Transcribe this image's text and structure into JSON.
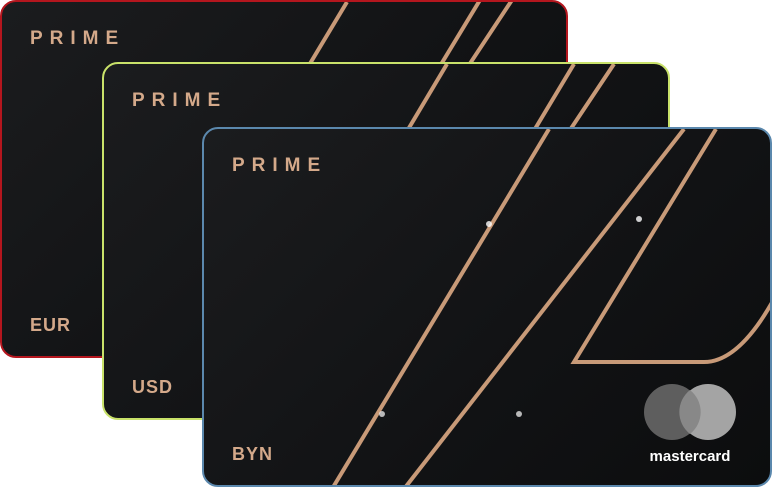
{
  "cards": [
    {
      "brand": "PRIME",
      "currency": "EUR",
      "border": "#b4161e"
    },
    {
      "brand": "PRIME",
      "currency": "USD",
      "border": "#c9e26a"
    },
    {
      "brand": "PRIME",
      "currency": "BYN",
      "border": "#5b88ad"
    }
  ],
  "network": "mastercard",
  "accent": "#d4a98a"
}
